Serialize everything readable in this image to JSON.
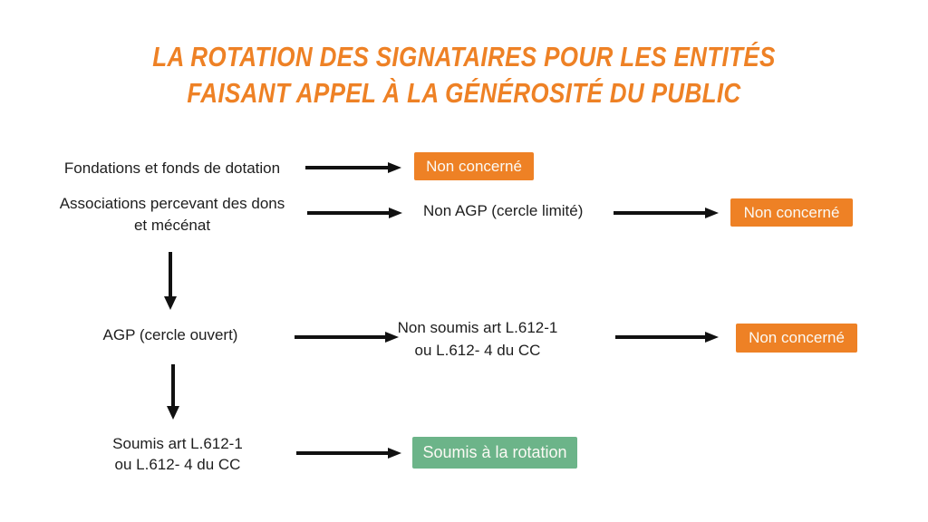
{
  "title": {
    "line1": "LA ROTATION DES SIGNATAIRES POUR LES ENTITÉS",
    "line2": "FAISANT APPEL À LA GÉNÉROSITÉ DU PUBLIC"
  },
  "colors": {
    "title_orange": "#EE8125",
    "box_orange": "#EE8125",
    "box_green": "#6CB489",
    "text_dark": "#1E1E1E",
    "arrow_black": "#111111",
    "background": "#FFFFFF"
  },
  "diagram": {
    "row1": {
      "label": "Fondations et fonds de dotation",
      "result": "Non concerné"
    },
    "row2": {
      "label_line1": "Associations percevant des dons",
      "label_line2": "et mécénat",
      "branch": "Non AGP (cercle limité)",
      "result": "Non concerné"
    },
    "row3": {
      "label": "AGP (cercle ouvert)",
      "branch_line1": "Non soumis art L.612-1",
      "branch_line2": "ou L.612- 4 du CC",
      "result": "Non concerné"
    },
    "row4": {
      "label_line1": "Soumis art L.612-1",
      "label_line2": "ou L.612- 4 du CC",
      "result": "Soumis à la rotation"
    }
  }
}
